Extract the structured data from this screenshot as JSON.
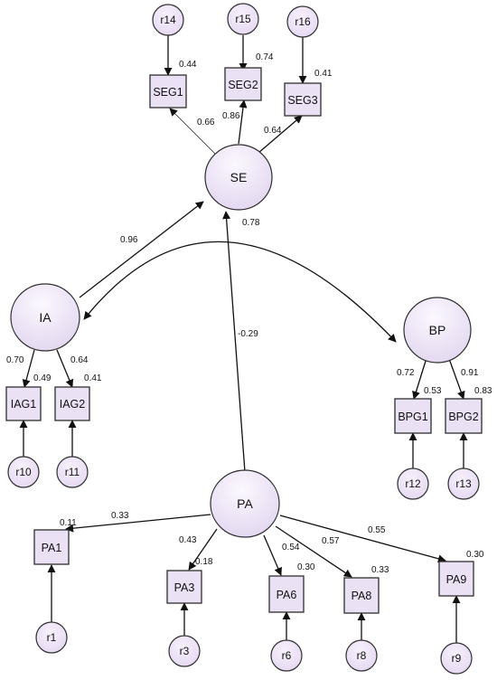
{
  "latents": {
    "SE": "SE",
    "IA": "IA",
    "BP": "BP",
    "PA": "PA"
  },
  "indicators": {
    "SEG1": "SEG1",
    "SEG2": "SEG2",
    "SEG3": "SEG3",
    "IAG1": "IAG1",
    "IAG2": "IAG2",
    "BPG1": "BPG1",
    "BPG2": "BPG2",
    "PA1": "PA1",
    "PA3": "PA3",
    "PA6": "PA6",
    "PA8": "PA8",
    "PA9": "PA9"
  },
  "residuals": {
    "r14": "r14",
    "r15": "r15",
    "r16": "r16",
    "r10": "r10",
    "r11": "r11",
    "r12": "r12",
    "r13": "r13",
    "r1": "r1",
    "r3": "r3",
    "r6": "r6",
    "r8": "r8",
    "r9": "r9"
  },
  "loadings": {
    "SE_SEG1": "0.66",
    "SE_SEG2": "0.86",
    "SE_SEG3": "0.64",
    "IA_IAG1": "0.70",
    "IA_IAG2": "0.64",
    "BP_BPG1": "0.72",
    "BP_BPG2": "0.91",
    "PA_PA1": "0.33",
    "PA_PA3": "0.43",
    "PA_PA6": "0.54",
    "PA_PA8": "0.57",
    "PA_PA9": "0.55"
  },
  "r_squared": {
    "SEG1": "0.44",
    "SEG2": "0.74",
    "SEG3": "0.41",
    "IAG1": "0.49",
    "IAG2": "0.41",
    "BPG1": "0.53",
    "BPG2": "0.83",
    "PA1": "0.11",
    "PA3": "0.18",
    "PA6": "0.30",
    "PA8": "0.33",
    "PA9": "0.30"
  },
  "structural": {
    "IA_SE": "0.96",
    "PA_SE": "-0.29",
    "IA_BP": "0.78"
  }
}
